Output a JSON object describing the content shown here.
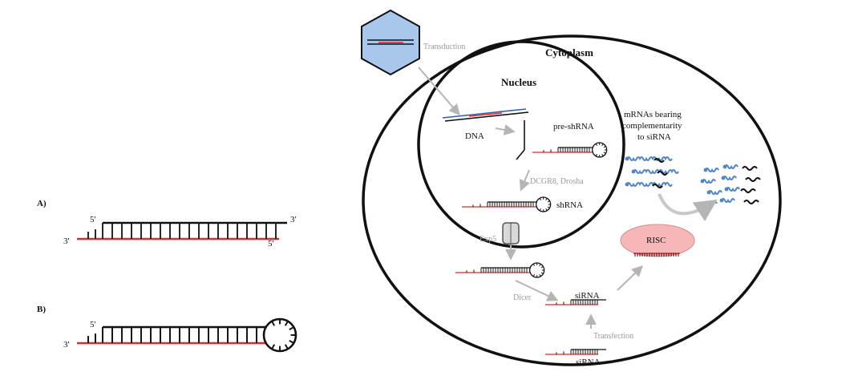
{
  "panels": {
    "a": {
      "label": "A)",
      "top_5": "5'",
      "top_3": "3'",
      "bottom_3": "3'",
      "bottom_5": "5'"
    },
    "b": {
      "label": "B)",
      "top_5": "5'",
      "bottom_3": "3'"
    }
  },
  "diagram": {
    "cytoplasm": "Cytoplasm",
    "nucleus": "Nucleus",
    "transduction": "Transduction",
    "dna": "DNA",
    "pre_shrna": "pre-shRNA",
    "dcgr8_drosha": "DCGR8, Drosha",
    "shrna": "shRNA",
    "exp5": "Exp5",
    "dicer": "Dicer",
    "sirna_center": "siRNA",
    "transfection": "Transfection",
    "sirna_bottom": "siRNA",
    "risc": "RISC",
    "mrna_line1": "mRNAs bearing",
    "mrna_line2": "complementarity",
    "mrna_line3": "to siRNA"
  },
  "colors": {
    "strand_black": "#111111",
    "strand_red": "#e0282e",
    "arrow_grey": "#b5b5b5",
    "risc_fill": "#f5b7b7",
    "mrna_blue": "#4f86c6",
    "virus_fill": "#a9c6ec"
  }
}
